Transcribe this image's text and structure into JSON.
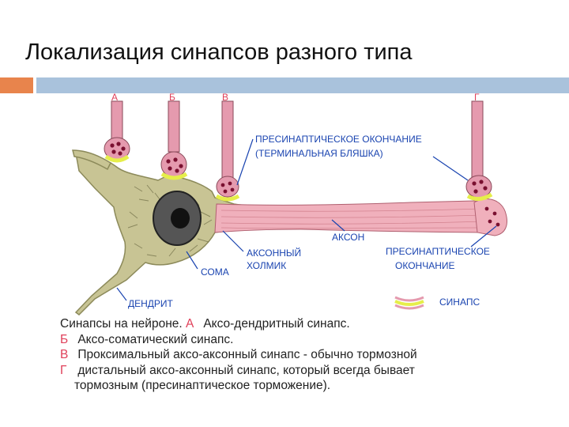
{
  "title": "Локализация синапсов разного типа",
  "colors": {
    "accent_orange": "#e8844c",
    "accent_blue": "#a9c2dc",
    "neuron_body": "#c8c494",
    "neuron_stroke": "#8c8a5a",
    "axon_pink": "#f0b0bc",
    "terminal_pink": "#e59aae",
    "vesicle": "#7a1030",
    "synapse_yellow": "#e6ee4a",
    "nucleus": "#111111",
    "label_blue": "#1a44b0",
    "letter_red": "#e0405a"
  },
  "diagram": {
    "letters": {
      "a": "А",
      "b": "Б",
      "v": "В",
      "g": "Г"
    },
    "labels": {
      "presyn_1": "ПРЕСИНАПТИЧЕСКОЕ ОКОНЧАНИЕ",
      "presyn_2": "(ТЕРМИНАЛЬНАЯ БЛЯШКА)",
      "axon": "АКСОН",
      "hillock_1": "АКСОННЫЙ",
      "hillock_2": "ХОЛМИК",
      "soma": "СОМА",
      "dendrite": "ДЕНДРИТ",
      "presyn_right_1": "ПРЕСИНАПТИЧЕСКОЕ",
      "presyn_right_2": "ОКОНЧАНИЕ",
      "synapse": "СИНАПС"
    }
  },
  "legend": {
    "heading": "Синапсы на нейроне.",
    "items": [
      {
        "letter": "А",
        "text": "Аксо-дендритный синапс."
      },
      {
        "letter": "Б",
        "text": "Аксо-соматический синапс."
      },
      {
        "letter": "В",
        "text": "Проксимальный аксо-аксонный синапс - обычно тормозной"
      },
      {
        "letter": "Г",
        "text": "дистальный аксо-аксонный синапс, который всегда бывает"
      }
    ],
    "continuation": "тормозным   (пресинаптическое торможение)."
  }
}
